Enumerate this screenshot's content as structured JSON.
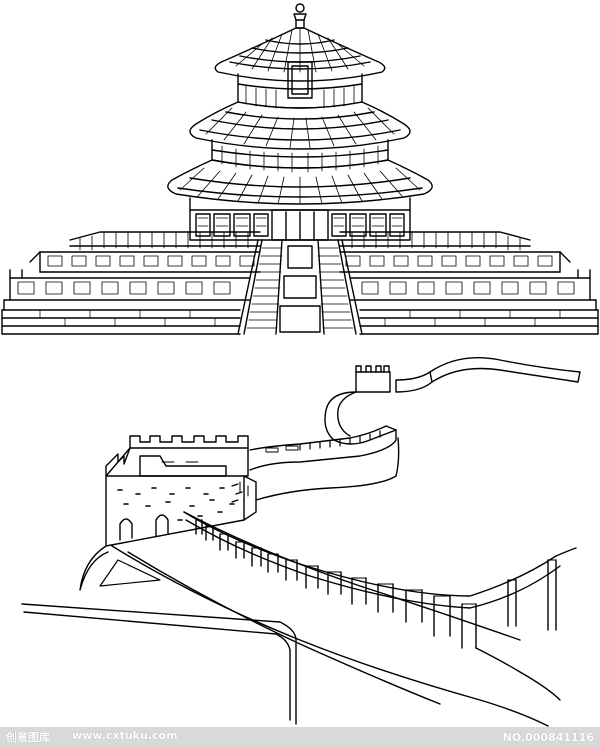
{
  "watermark": {
    "top_caption": "",
    "site_name": "创意图库",
    "site_url": "www.cxtuku.com",
    "image_number": "NO.000841116"
  },
  "illustration": {
    "style": "black line art on white",
    "upper_subject": "temple-of-heaven",
    "lower_subject": "great-wall"
  }
}
